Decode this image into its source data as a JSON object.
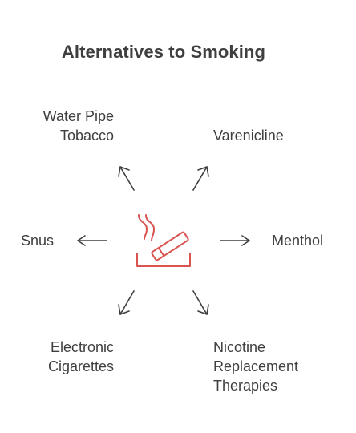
{
  "diagram": {
    "title": "Alternatives to Smoking",
    "center_icon": "cigarette-icon",
    "colors": {
      "accent": "#d9534f",
      "text": "#3f3f3f",
      "arrow": "#3f3f3f"
    },
    "alternatives": {
      "water_pipe": {
        "line1": "Water Pipe",
        "line2": "Tobacco"
      },
      "varenicline": {
        "line1": "Varenicline"
      },
      "snus": {
        "line1": "Snus"
      },
      "menthol": {
        "line1": "Menthol"
      },
      "electronic": {
        "line1": "Electronic",
        "line2": "Cigarettes"
      },
      "nrt": {
        "line1": "Nicotine",
        "line2": "Replacement",
        "line3": "Therapies"
      }
    }
  }
}
